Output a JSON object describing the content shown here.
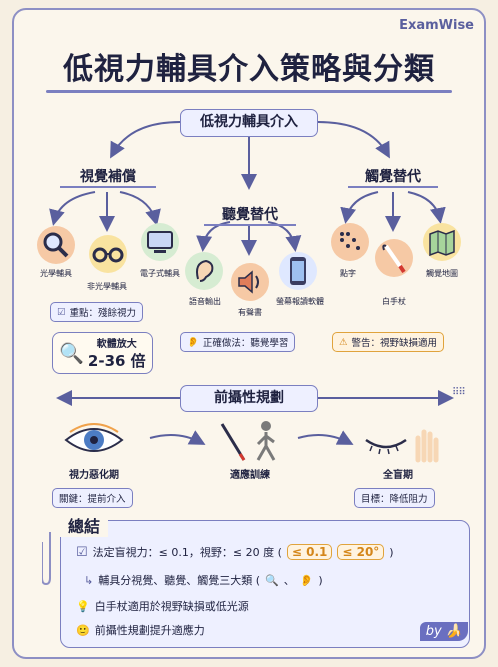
{
  "brand": "ExamWise",
  "title": "低視力輔具介入策略與分類",
  "root": "低視力輔具介入",
  "visual": {
    "title": "視覺補償",
    "items": [
      "光學輔具",
      "非光學輔具",
      "電子式輔具"
    ],
    "note": "重點：殘餘視力",
    "zoom_label": "軟體放大",
    "zoom_value": "2-36 倍"
  },
  "auditory": {
    "title": "聽覺替代",
    "items": [
      "語音輸出",
      "有聲書",
      "螢幕報讀軟體"
    ],
    "note": "正確做法：聽覺學習"
  },
  "tactile": {
    "title": "觸覺替代",
    "items": [
      "點字",
      "白手杖",
      "觸覺地圖"
    ],
    "note": "警告：視野缺損適用"
  },
  "planning": {
    "title": "前攝性規劃",
    "stage1": "視力惡化期",
    "stage1_note": "關鍵：提前介入",
    "stage2": "適應訓練",
    "stage3": "全盲期",
    "stage3_note": "目標：降低阻力"
  },
  "summary": {
    "title": "總結",
    "row1": "法定盲視力：≤ 0.1，視野：≤ 20 度 (",
    "pill1": "≤ 0.1",
    "pill2": "≤ 20°",
    "row1_end": ")",
    "row2": "輔具分視覺、聽覺、觸覺三大類 (",
    "row2_sep": "、",
    "row2_end": ")",
    "row3": "白手杖適用於視野缺損或低光源",
    "row4": "前攝性規劃提升適應力"
  },
  "footer": "by"
}
